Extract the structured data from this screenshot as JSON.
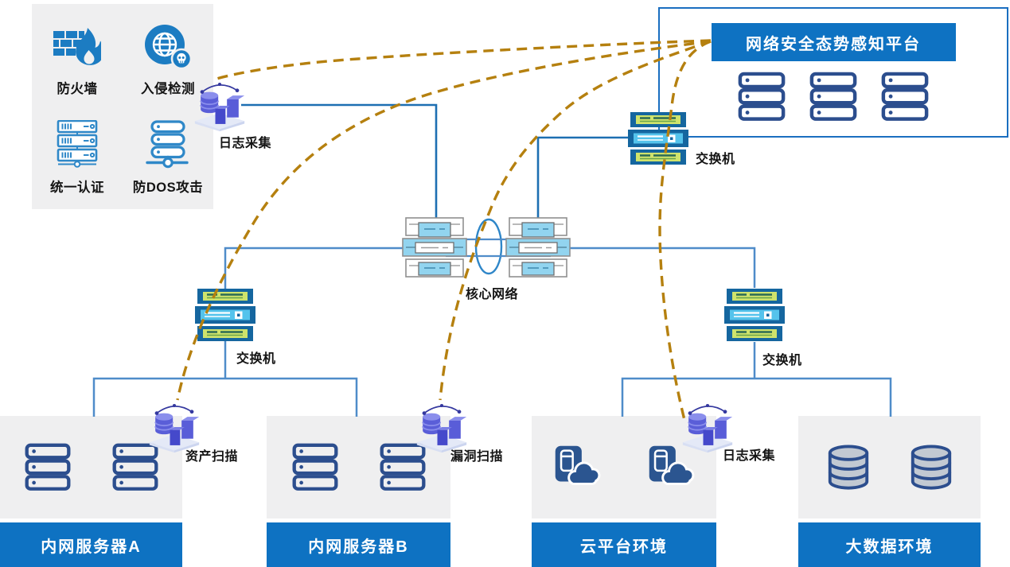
{
  "colors": {
    "accent_blue": "#0e72c2",
    "box_border_blue": "#1a6ec0",
    "line_blue_dark": "#1d6fb2",
    "line_blue_light": "#4f8cc9",
    "dashed_orange": "#b5800f",
    "panel_gray": "#efeff0",
    "icon_navy": "#2c4e8e",
    "icon_blue": "#1c7cc2",
    "switch_frame": "#15669f",
    "switch_green": "#cfe36c",
    "switch_cyan": "#54c3ec",
    "core_fill": "#92d4ef",
    "iso_purple": "#5a5ed8"
  },
  "security_panel": {
    "items": [
      {
        "label": "防火墙"
      },
      {
        "label": "入侵检测"
      },
      {
        "label": "统一认证"
      },
      {
        "label": "防DOS攻击"
      }
    ]
  },
  "platform": {
    "title": "网络安全态势感知平台",
    "server_count": 3
  },
  "nodes": {
    "log_collect_top": "日志采集",
    "switch_top": "交换机",
    "switch_left": "交换机",
    "switch_right": "交换机",
    "core_network": "核心网络",
    "asset_scan": "资产扫描",
    "vuln_scan": "漏洞扫描",
    "log_collect_bottom": "日志采集"
  },
  "zones": [
    {
      "name": "内网服务器A",
      "icon": "server",
      "icon_count": 2
    },
    {
      "name": "内网服务器B",
      "icon": "server",
      "icon_count": 2
    },
    {
      "name": "云平台环境",
      "icon": "cloud-server",
      "icon_count": 2
    },
    {
      "name": "大数据环境",
      "icon": "database",
      "icon_count": 2
    }
  ]
}
